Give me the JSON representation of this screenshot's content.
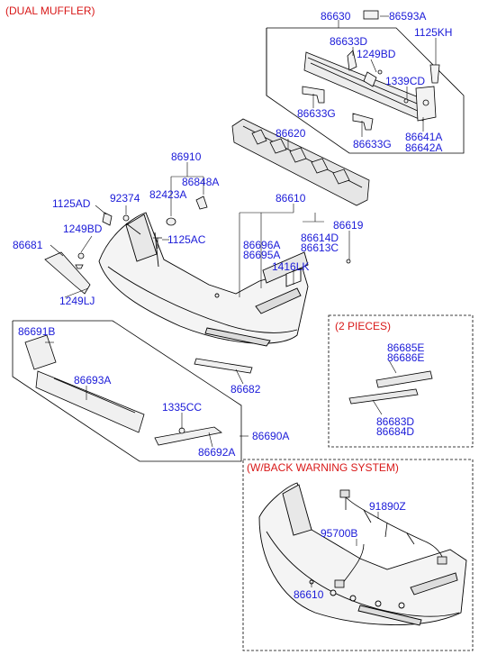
{
  "captions": {
    "dual_muffler": "(DUAL MUFFLER)",
    "two_pieces": "(2 PIECES)",
    "back_warning": "(W/BACK WARNING SYSTEM)"
  },
  "parts": {
    "p86630": "86630",
    "p86593A": "86593A",
    "p1125KH": "1125KH",
    "p86633D": "86633D",
    "p1249BD_top": "1249BD",
    "p1339CD": "1339CD",
    "p86633G_a": "86633G",
    "p86633G_b": "86633G",
    "p86641A": "86641A",
    "p86642A": "86642A",
    "p86620": "86620",
    "p86910": "86910",
    "p82423A": "82423A",
    "p86848A": "86848A",
    "p1125AD": "1125AD",
    "p92374": "92374",
    "p86610_top": "86610",
    "p86619": "86619",
    "p86681": "86681",
    "p1249BD_mid": "1249BD",
    "p1125AC": "1125AC",
    "p86696A": "86696A",
    "p86695A": "86695A",
    "p86614D": "86614D",
    "p86613C": "86613C",
    "p1416LK": "1416LK",
    "p1249LJ": "1249LJ",
    "p86691B": "86691B",
    "p86693A": "86693A",
    "p1335CC": "1335CC",
    "p86690A": "86690A",
    "p86692A": "86692A",
    "p86682": "86682",
    "p86685E": "86685E",
    "p86686E": "86686E",
    "p86683D": "86683D",
    "p86684D": "86684D",
    "p91890Z": "91890Z",
    "p95700B": "95700B",
    "p86610_bottom": "86610"
  },
  "colors": {
    "label": "#1a1ad8",
    "caption": "#d81818",
    "line": "#000000",
    "fill": "#e9e9e9"
  }
}
